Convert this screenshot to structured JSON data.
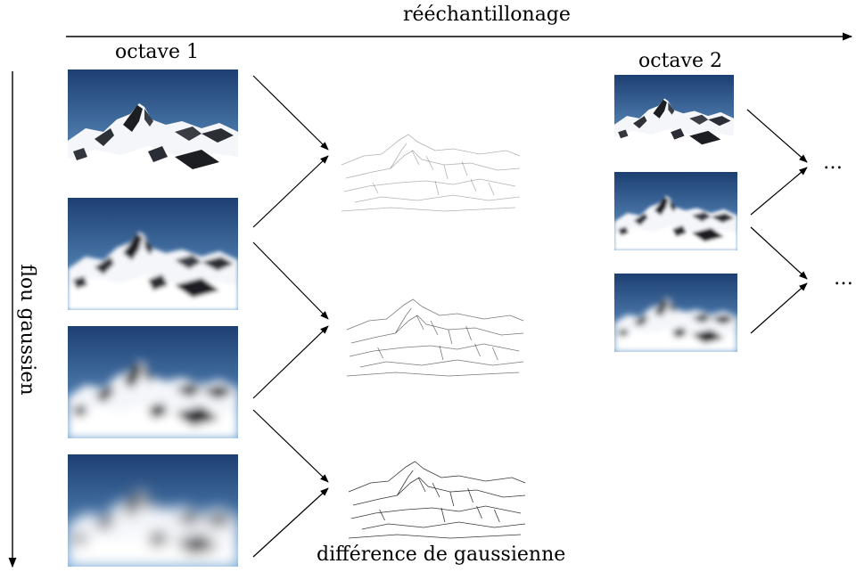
{
  "labels": {
    "resample": "rééchantillonage",
    "octave1": "octave 1",
    "octave2": "octave 2",
    "blur": "flou gaussien",
    "dog": "différence de gaussienne"
  },
  "continuation": "…",
  "colors": {
    "sky_top": "#1d3f72",
    "sky_bottom": "#6a9fd0",
    "snow": "#f4f6fa",
    "rock": "#1c1e22",
    "arrow": "#000000"
  },
  "octave1_blur_levels": [
    0,
    2.5,
    5,
    7.5
  ],
  "octave2_blur_levels": [
    0,
    2.5,
    5
  ],
  "dog_line_intensity": [
    0.35,
    0.6,
    0.9
  ]
}
